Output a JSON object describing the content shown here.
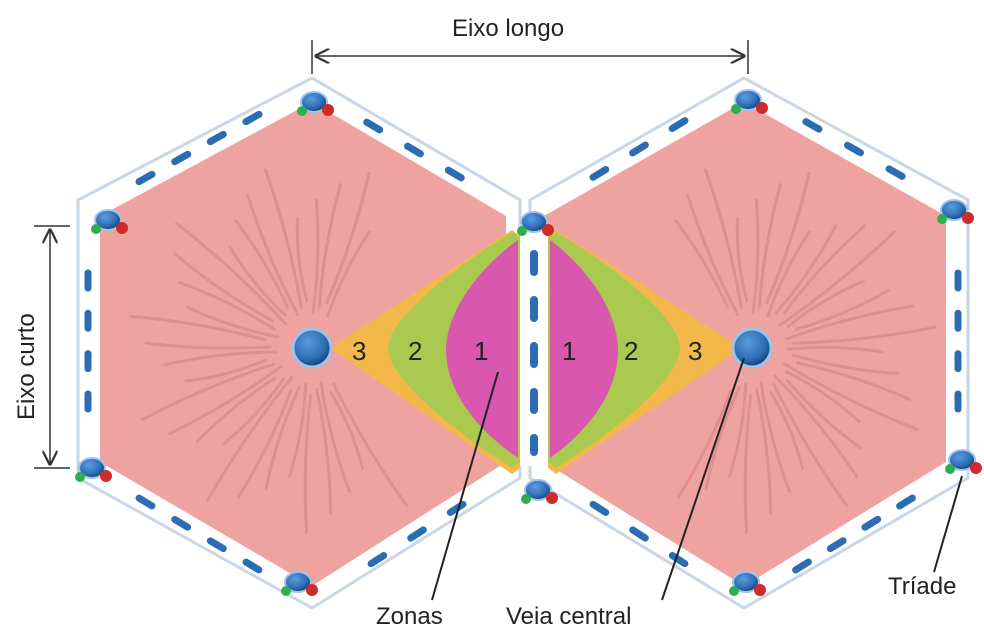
{
  "labels": {
    "long_axis": "Eixo longo",
    "short_axis": "Eixo curto",
    "zones": "Zonas",
    "central_vein": "Veia central",
    "triad": "Tríade"
  },
  "zone_numbers": [
    "1",
    "2",
    "3"
  ],
  "colors": {
    "lobule": "#eea3a0",
    "sinusoid": "#d98a8a",
    "zone1": "#d957ae",
    "zone2": "#a9c94f",
    "zone3": "#f4b84a",
    "septum": "#ffffff",
    "septum_outline": "#b9c9dc",
    "vein": "#2b6cb3",
    "duct": "#2fae4e",
    "artery": "#cf2b2b"
  }
}
